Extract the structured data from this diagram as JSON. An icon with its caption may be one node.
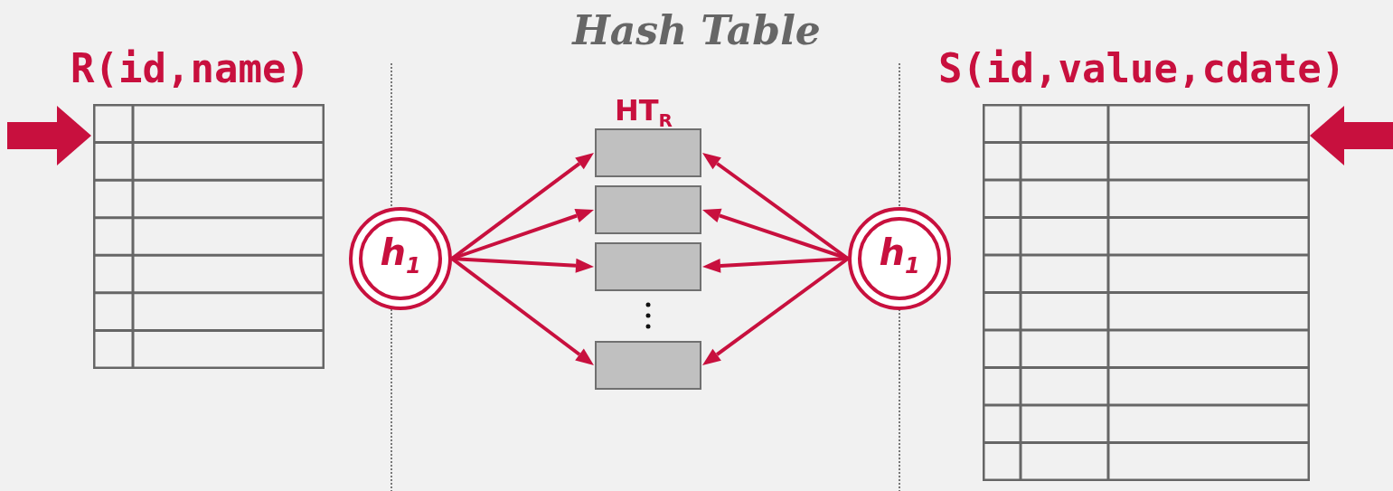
{
  "diagram": {
    "title": "Hash Table",
    "nodes": [
      {
        "text": [
          "R(id,name)"
        ]
      },
      {
        "text": [
          "h$_{1}$"
        ]
      },
      {
        "text": [],
        "shape": "box"
      },
      {
        "text": [],
        "shape": "box"
      },
      {
        "text": [],
        "shape": "box"
      },
      {
        "text": [],
        "shape": "box"
      },
      {
        "text": [
          "h$_{1}$"
        ]
      },
      {
        "text": [
          "S(id,value,cdate)"
        ]
      }
    ],
    "edges": [
      {
        "from": null,
        "to": 0,
        "arrow": "to",
        "style": "thick"
      },
      {
        "from": 1,
        "to": 2,
        "arrow": "to"
      },
      {
        "from": 1,
        "to": 3,
        "arrow": "to"
      },
      {
        "from": 1,
        "to": 4,
        "arrow": "to"
      },
      {
        "from": 1,
        "to": 5,
        "arrow": "to"
      },
      {
        "from": 6,
        "to": 2,
        "arrow": "to"
      },
      {
        "from": 6,
        "to": 3,
        "arrow": "to"
      },
      {
        "from": 6,
        "to": 4,
        "arrow": "to"
      },
      {
        "from": 6,
        "to": 5,
        "arrow": "to"
      },
      {
        "from": null,
        "to": 7,
        "arrow": "to",
        "style": "thick"
      }
    ],
    "labels": [
      "HT$_{R}$"
    ]
  }
}
